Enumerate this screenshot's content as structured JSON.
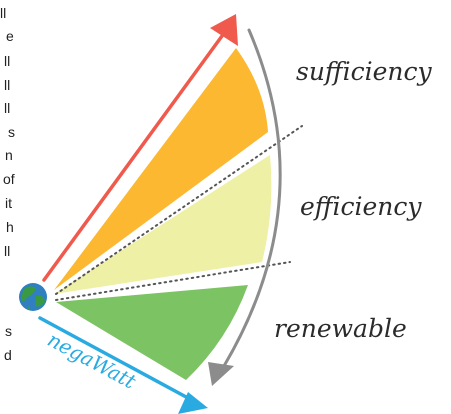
{
  "diagram": {
    "labels": {
      "sufficiency": "sufficiency",
      "efficiency": "efficiency",
      "renewable": "renewable",
      "negawatt": "negaWatt"
    },
    "margin_text": [
      "ll",
      "e",
      "ll",
      "ll",
      "ll",
      "s",
      "n",
      "of",
      "it",
      "h",
      "ll",
      "s",
      "d"
    ],
    "colors": {
      "sufficiency": "#fbb830",
      "efficiency": "#eef0a6",
      "renewable": "#7cc363",
      "demand_arrow": "#ef5a4c",
      "negawatt_arrow": "#29abe2",
      "bracket_arrow": "#8c8c8c",
      "divider": "#555555",
      "label_text": "#2b2b2b"
    }
  }
}
